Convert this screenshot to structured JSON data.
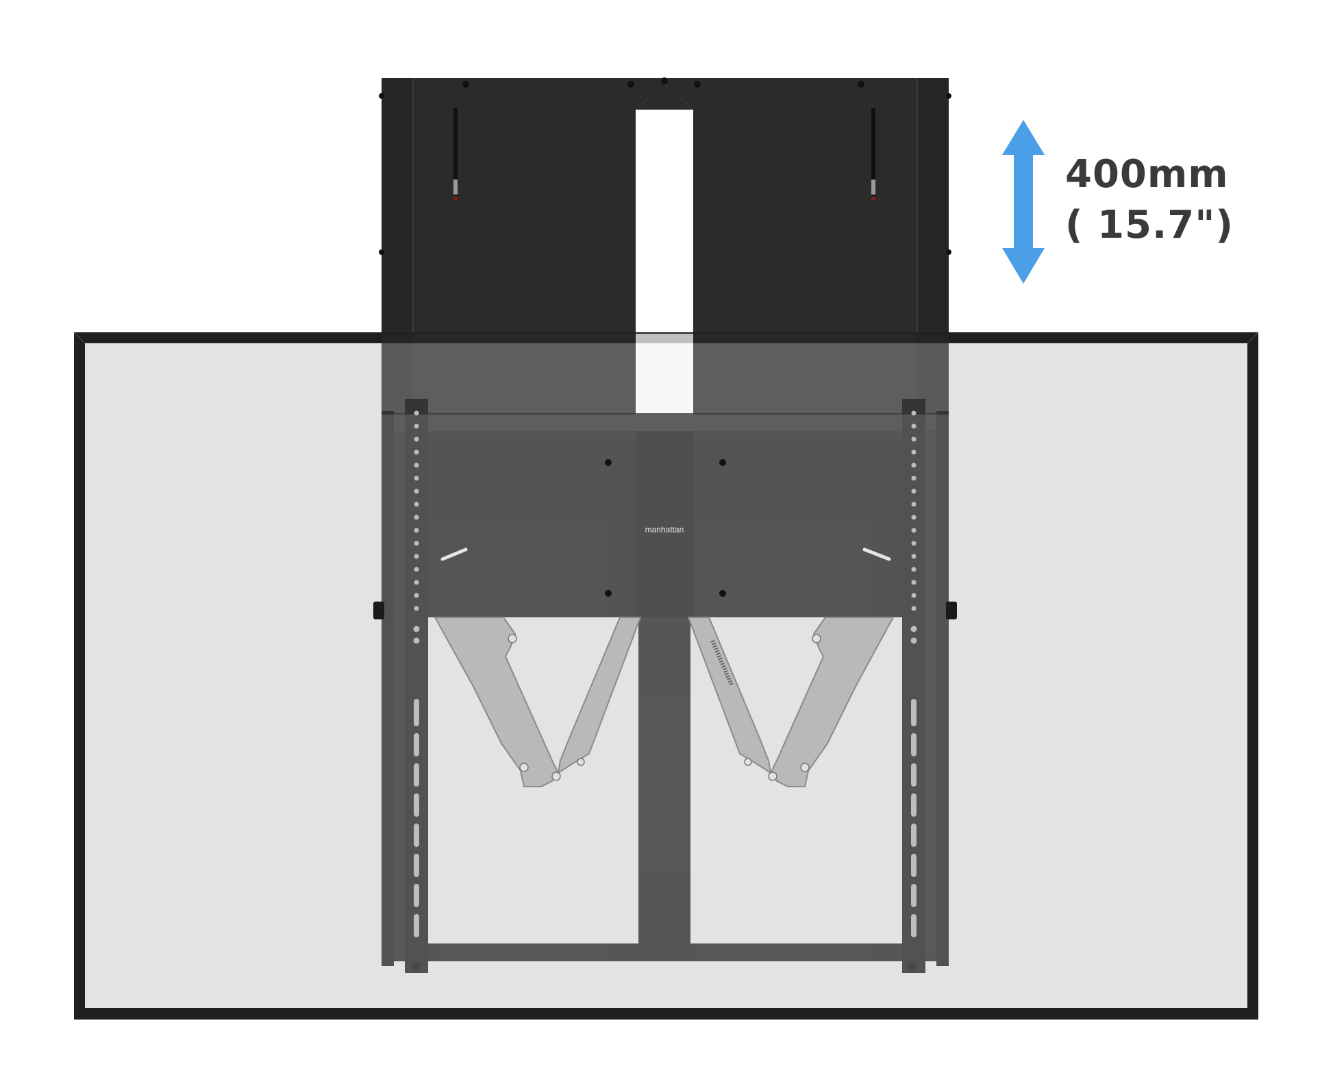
{
  "measurement": {
    "travel_mm": "400mm",
    "travel_in": "( 15.7\")"
  },
  "brand": {
    "logo_text": "manhattan"
  },
  "colors": {
    "arrow": "#4b9fe6",
    "bracket": "#2c2c2c",
    "screen_frame": "#1f1f1f",
    "screen_face": "#e3e3e3",
    "arm_metal": "#b9b9b9",
    "label_text": "#3a3a3a"
  }
}
